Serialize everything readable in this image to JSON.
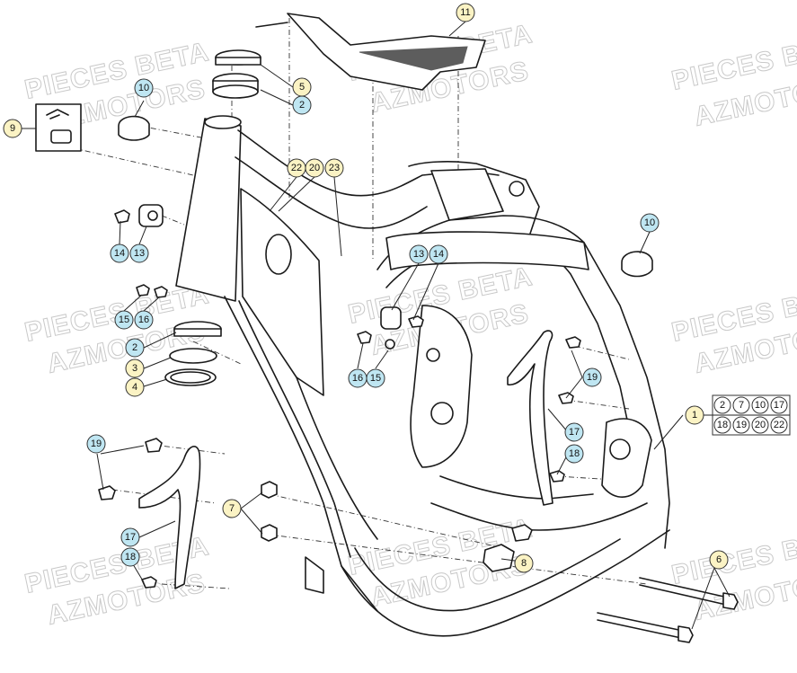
{
  "watermark": {
    "line1": "PIECES BETA",
    "line2": "AZMOTORS",
    "color": "#c9c9c9"
  },
  "colors": {
    "callout_blue": "#bfe6f2",
    "callout_yellow": "#fbf3c4",
    "callout_white": "#ffffff",
    "line": "#1a1a1a"
  },
  "callouts": {
    "c1": "1",
    "c2a": "2",
    "c2b": "2",
    "c3": "3",
    "c4": "4",
    "c5": "5",
    "c6": "6",
    "c7": "7",
    "c8": "8",
    "c9": "9",
    "c10a": "10",
    "c10b": "10",
    "c11": "11",
    "c13a": "13",
    "c13b": "13",
    "c14a": "14",
    "c14b": "14",
    "c15a": "15",
    "c15b": "15",
    "c16a": "16",
    "c16b": "16",
    "c17a": "17",
    "c17b": "17",
    "c18a": "18",
    "c18b": "18",
    "c19a": "19",
    "c19b": "19",
    "c20": "20",
    "c22": "22",
    "c23": "23"
  },
  "kit": {
    "items": [
      "2",
      "7",
      "10",
      "17",
      "18",
      "19",
      "20",
      "22"
    ]
  }
}
